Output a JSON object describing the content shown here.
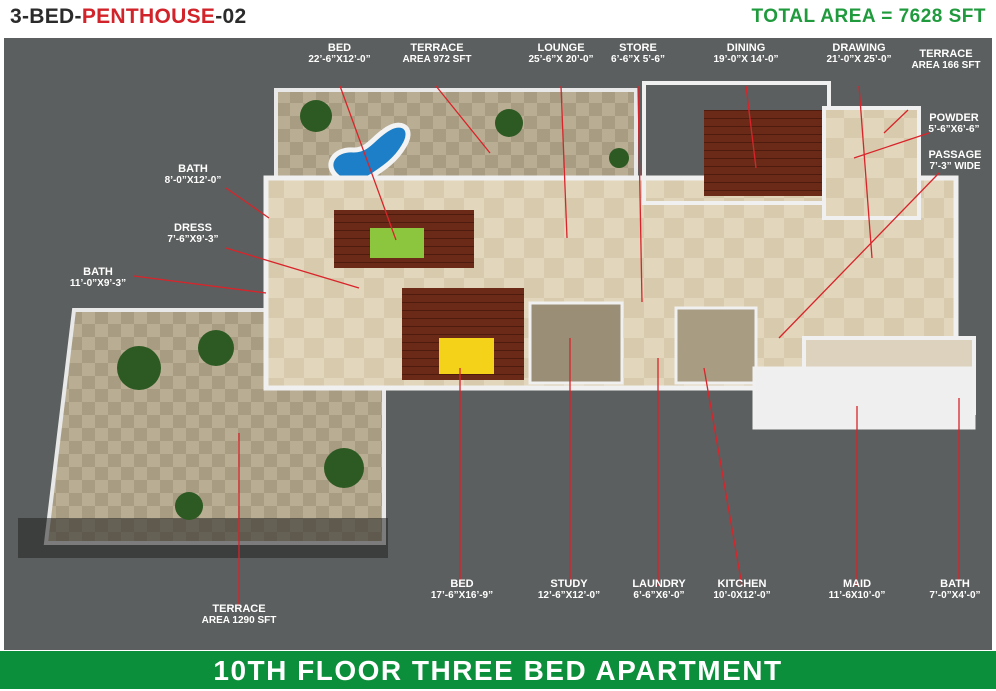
{
  "header": {
    "title_parts": [
      "3-BED-",
      "PENTHOUSE",
      "-02"
    ],
    "total_area": "TOTAL AREA = 7628 SFT"
  },
  "labels": {
    "bed_top": {
      "name": "BED",
      "dim": "22’-6”X12’-0”"
    },
    "terrace_972": {
      "name": "TERRACE",
      "dim": "AREA 972 SFT"
    },
    "lounge": {
      "name": "LOUNGE",
      "dim": "25’-6”X 20’-0”"
    },
    "store": {
      "name": "STORE",
      "dim": "6’-6”X 5’-6”"
    },
    "dining": {
      "name": "DINING",
      "dim": "19’-0”X 14’-0”"
    },
    "drawing": {
      "name": "DRAWING",
      "dim": "21’-0”X 25’-0”"
    },
    "terrace_166": {
      "name": "TERRACE",
      "dim": "AREA 166 SFT"
    },
    "powder": {
      "name": "POWDER",
      "dim": "5’-6”X6’-6”"
    },
    "passage": {
      "name": "PASSAGE",
      "dim": "7’-3” WIDE"
    },
    "bath_1": {
      "name": "BATH",
      "dim": "8’-0”X12’-0”"
    },
    "dress": {
      "name": "DRESS",
      "dim": "7’-6”X9’-3”"
    },
    "bath_2": {
      "name": "BATH",
      "dim": "11’-0”X9’-3”"
    },
    "bed_bottom": {
      "name": "BED",
      "dim": "17’-6”X16’-9”"
    },
    "study": {
      "name": "STUDY",
      "dim": "12’-6”X12’-0”"
    },
    "laundry": {
      "name": "LAUNDRY",
      "dim": "6’-6”X6’-0”"
    },
    "kitchen": {
      "name": "KITCHEN",
      "dim": "10’-0X12’-0”"
    },
    "maid": {
      "name": "MAID",
      "dim": "11’-6X10’-0”"
    },
    "bath_3": {
      "name": "BATH",
      "dim": "7’-0”X4’-0”"
    },
    "terrace_1290": {
      "name": "TERRACE",
      "dim": "AREA 1290 SFT"
    }
  },
  "footer": {
    "text": "10TH FLOOR THREE BED APARTMENT"
  },
  "colors": {
    "title_dark": "#2b2b2b",
    "title_red": "#d2232a",
    "total_green": "#1f9a3c",
    "footer_green": "#0c8f3a",
    "background": "#5c5f5f",
    "leader_line": "#d8242a"
  }
}
